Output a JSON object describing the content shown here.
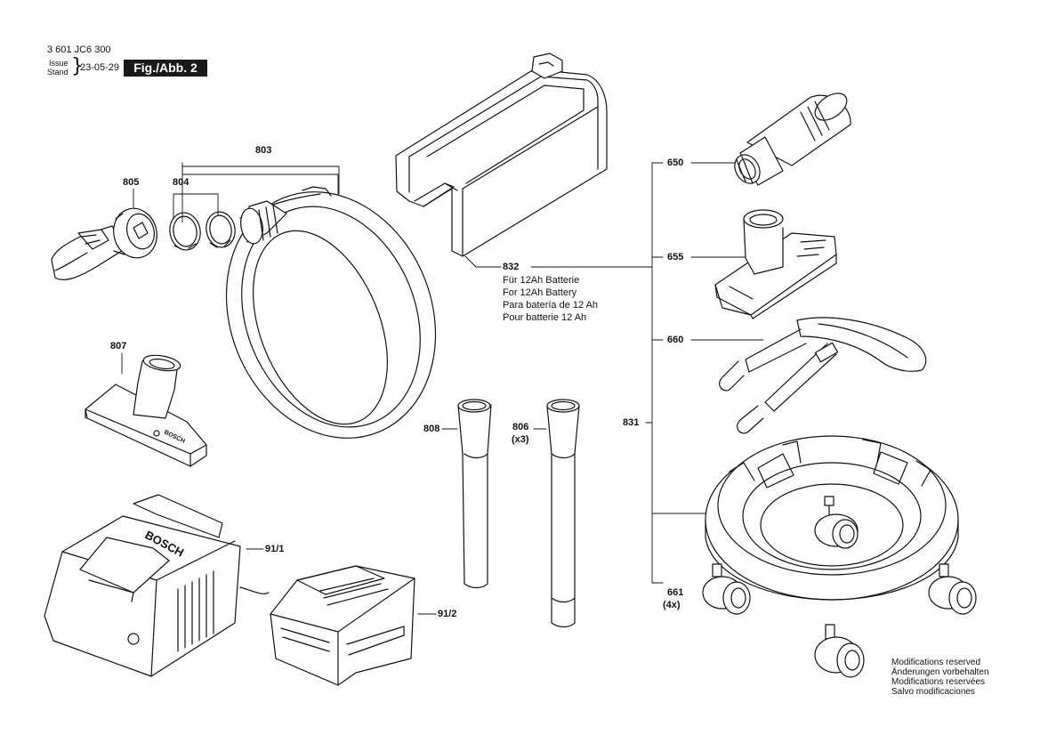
{
  "header": {
    "doc_number": "3 601 JC6 300",
    "issue_label": "Issue",
    "stand_label": "Stand",
    "issue_date": "23-05-29",
    "figure_label": "Fig./Abb. 2"
  },
  "callouts": {
    "c803": "803",
    "c804": "804",
    "c805": "805",
    "c807": "807",
    "c808": "808",
    "c806": "806",
    "c806_qty": "(x3)",
    "c832": "832",
    "c831": "831",
    "c650": "650",
    "c655": "655",
    "c660": "660",
    "c661": "661",
    "c661_qty": "(4x)",
    "c91_1": "91/1",
    "c91_2": "91/2"
  },
  "battery_note": {
    "de": "Für 12Ah Batterie",
    "en": "For 12Ah Battery",
    "es": "Para batería de 12 Ah",
    "fr": "Pour batterie 12 Ah"
  },
  "brand_marks": {
    "charger": "BOSCH",
    "nozzle": "BOSCH"
  },
  "footer_notes": [
    "Modifications reserved",
    "Änderungen vorbehalten",
    "Modifications reservées",
    "Salvo modificaciones"
  ],
  "colors": {
    "line": "#111111",
    "fill": "#ffffff",
    "label_box": "#1a1a1a"
  }
}
